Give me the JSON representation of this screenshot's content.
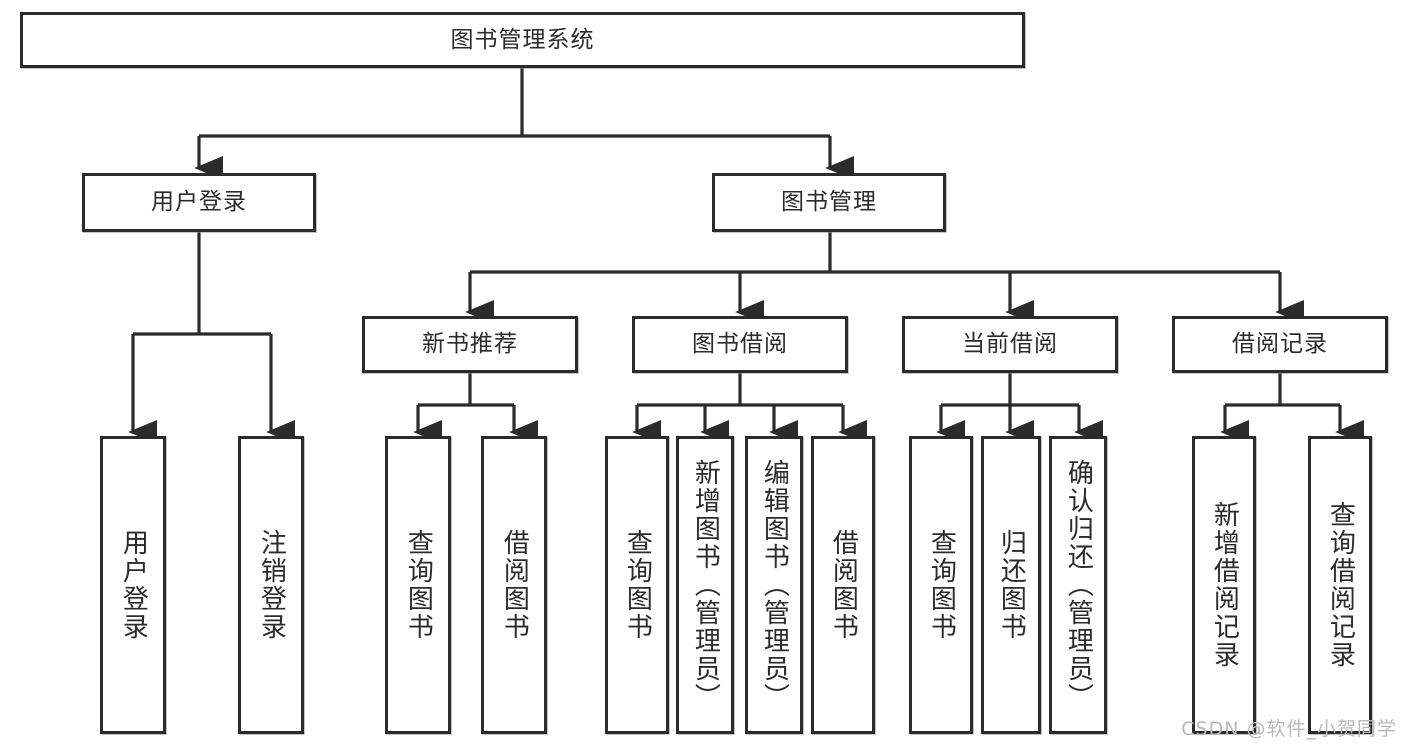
{
  "diagram": {
    "title": "图书管理系统",
    "type": "hierarchy-tree",
    "watermark": "CSDN @软件_小贺同学",
    "colors": {
      "stroke": "#2b2b2b",
      "fill": "#ffffff",
      "text": "#2b2b2b",
      "watermark": "#b9b9b9"
    },
    "root": {
      "label": "图书管理系统"
    },
    "level2": [
      {
        "label": "用户登录"
      },
      {
        "label": "图书管理"
      }
    ],
    "level3": [
      {
        "label": "新书推荐"
      },
      {
        "label": "图书借阅"
      },
      {
        "label": "当前借阅"
      },
      {
        "label": "借阅记录"
      }
    ],
    "leaves": {
      "user_login": [
        {
          "label": "用户登录"
        },
        {
          "label": "注销登录"
        }
      ],
      "new_book": [
        {
          "label": "查询图书"
        },
        {
          "label": "借阅图书"
        }
      ],
      "book_borrow": [
        {
          "label": "查询图书"
        },
        {
          "label": "新增图书（管理员）"
        },
        {
          "label": "编辑图书（管理员）"
        },
        {
          "label": "借阅图书"
        }
      ],
      "current_borrow": [
        {
          "label": "查询图书"
        },
        {
          "label": "归还图书"
        },
        {
          "label": "确认归还（管理员）"
        }
      ],
      "borrow_record": [
        {
          "label": "新增借阅记录"
        },
        {
          "label": "查询借阅记录"
        }
      ]
    }
  }
}
